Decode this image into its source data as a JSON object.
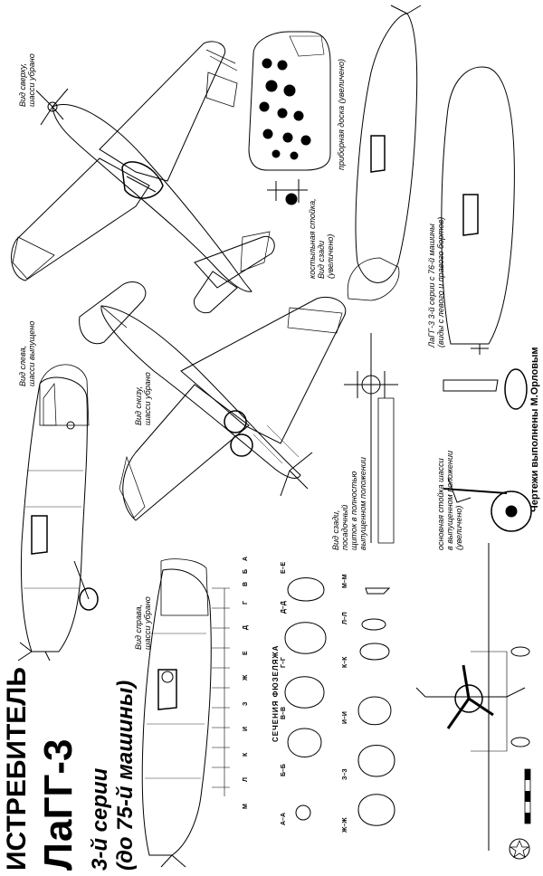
{
  "title": {
    "line1": "ИСТРЕБИТЕЛЬ",
    "line2": "ЛаГГ-3",
    "sub1": "3-й серии",
    "sub2": "(до 75-й машины)"
  },
  "credit": "Чертежи выполнены М.Орловым",
  "captions": {
    "top_view": [
      "Вид сверху,",
      "шасси убрано"
    ],
    "left_view": [
      "Вид слева,",
      "шасси выпущено"
    ],
    "bottom_view": [
      "Вид снизу,",
      "шасси убрано"
    ],
    "right_view": [
      "Вид справа,",
      "шасси убрано"
    ],
    "panel": [
      "приборная доска (увеличено)"
    ],
    "tailwheel": [
      "костыльная стойка,",
      "Вид сзади",
      "(увеличено)"
    ],
    "rear_view": [
      "Вид сзади,",
      "посадочный",
      "щиток в полностью",
      "выпущенном положении"
    ],
    "main_gear": [
      "основная стойка шасси",
      "в выпущенном положении",
      "(увеличено)"
    ],
    "series76": [
      "ЛаГГ-3 3-й серии с 76-й машины",
      "(виды с левого и правого бортов)"
    ]
  },
  "stations": [
    "М",
    "Л",
    "К",
    "И",
    "З",
    "Ж",
    "Е",
    "Д",
    "Г",
    "В",
    "Б",
    "А"
  ],
  "sections_title": "СЕЧЕНИЯ ФЮЗЕЛЯЖА",
  "sections": [
    {
      "label": "А–А"
    },
    {
      "label": "Б–Б"
    },
    {
      "label": "В–В"
    },
    {
      "label": "Г–Г"
    },
    {
      "label": "Д–Д"
    },
    {
      "label": "Е–Е"
    },
    {
      "label": "Ж–Ж"
    },
    {
      "label": "З–З"
    },
    {
      "label": "И–И"
    },
    {
      "label": "К–К"
    },
    {
      "label": "Л–Л"
    },
    {
      "label": "М–М"
    }
  ]
}
